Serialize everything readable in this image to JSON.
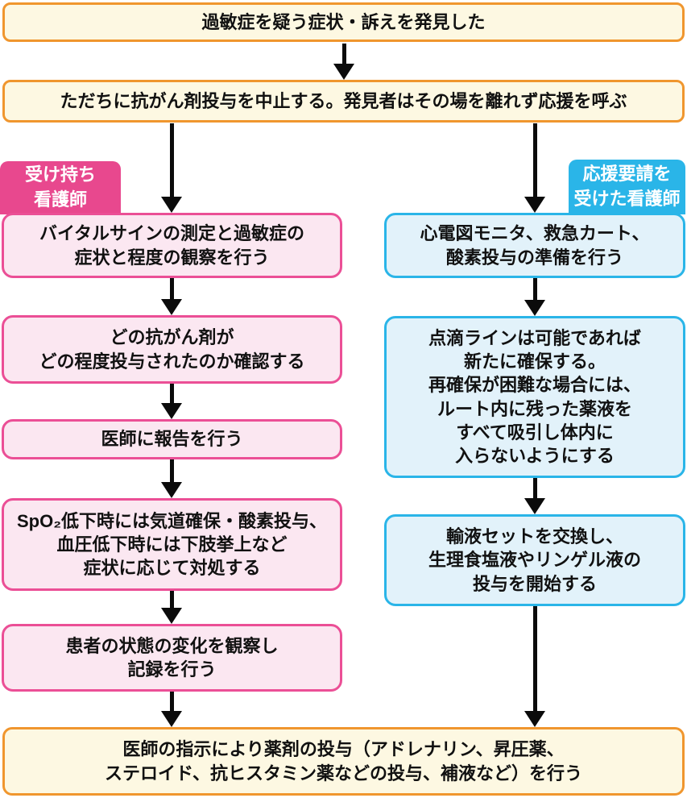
{
  "palette": {
    "yellow_fill": "#FDF8E2",
    "yellow_border": "#F0962E",
    "pink_fill": "#FBE7F1",
    "pink_border": "#EB4F96",
    "pink_badge": "#E8488E",
    "blue_fill": "#E2F2FA",
    "blue_border": "#2AB5E8",
    "blue_badge": "#2AB5E8",
    "arrow": "#0b0b0b",
    "text": "#111111"
  },
  "flow": {
    "start": "過敏症を疑う症状・訴えを発見した",
    "stop": "ただちに抗がん剤投与を中止する。発見者はその場を離れず応援を呼ぶ",
    "end_lines": [
      "医師の指示により薬剤の投与（アドレナリン、昇圧薬、",
      "ステロイド、抗ヒスタミン薬などの投与、補液など）を行う"
    ]
  },
  "left_column": {
    "badge_lines": [
      "受け持ち",
      "看護師"
    ],
    "boxes": [
      {
        "lines": [
          "バイタルサインの測定と過敏症の",
          "症状と程度の観察を行う"
        ]
      },
      {
        "lines": [
          "どの抗がん剤が",
          "どの程度投与されたのか確認する"
        ]
      },
      {
        "lines": [
          "医師に報告を行う"
        ]
      },
      {
        "lines": [
          "SpO₂低下時には気道確保・酸素投与、",
          "血圧低下時には下肢挙上など",
          "症状に応じて対処する"
        ]
      },
      {
        "lines": [
          "患者の状態の変化を観察し",
          "記録を行う"
        ]
      }
    ]
  },
  "right_column": {
    "badge_lines": [
      "応援要請を",
      "受けた看護師"
    ],
    "boxes": [
      {
        "lines": [
          "心電図モニタ、救急カート、",
          "酸素投与の準備を行う"
        ]
      },
      {
        "lines": [
          "点滴ラインは可能であれば",
          "新たに確保する。",
          "再確保が困難な場合には、",
          "ルート内に残った薬液を",
          "すべて吸引し体内に",
          "入らないようにする"
        ]
      },
      {
        "lines": [
          "輸液セットを交換し、",
          "生理食塩液やリンゲル液の",
          "投与を開始する"
        ]
      }
    ]
  }
}
